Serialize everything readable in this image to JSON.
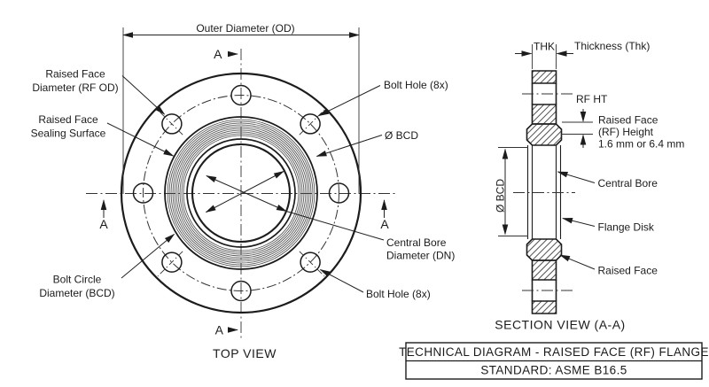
{
  "colors": {
    "line": "#1c1c1c",
    "background": "#ffffff",
    "centerline": "#333333"
  },
  "top_view": {
    "caption": "TOP VIEW",
    "dimension_od": "Outer Diameter (OD)",
    "section_marker": "A",
    "labels": {
      "rf_od": [
        "Raised Face",
        "Diameter (RF OD)"
      ],
      "rf_seal": [
        "Raised Face",
        "Sealing Surface"
      ],
      "bolt_hole_top": "Bolt Hole (8x)",
      "bcd_diameter": "Ø BCD",
      "central_bore": [
        "Central Bore",
        "Diameter (DN)"
      ],
      "bolt_hole_bottom": "Bolt Hole (8x)",
      "bcd": [
        "Bolt Circle",
        "Diameter (BCD)"
      ]
    }
  },
  "section_view": {
    "caption": "SECTION VIEW (A-A)",
    "labels": {
      "thk": "THK",
      "thickness": "Thickness (Thk)",
      "rf_ht": "RF HT",
      "rf_height": [
        "Raised Face",
        "(RF) Height",
        "1.6 mm or 6.4 mm"
      ],
      "bcd_diameter": "Ø BCD",
      "central_bore": "Central Bore",
      "flange_disk": "Flange Disk",
      "raised_face": "Raised Face"
    }
  },
  "title_block": {
    "line1": "TECHNICAL DIAGRAM - RAISED FACE (RF) FLANGE",
    "line2": "STANDARD: ASME B16.5"
  }
}
